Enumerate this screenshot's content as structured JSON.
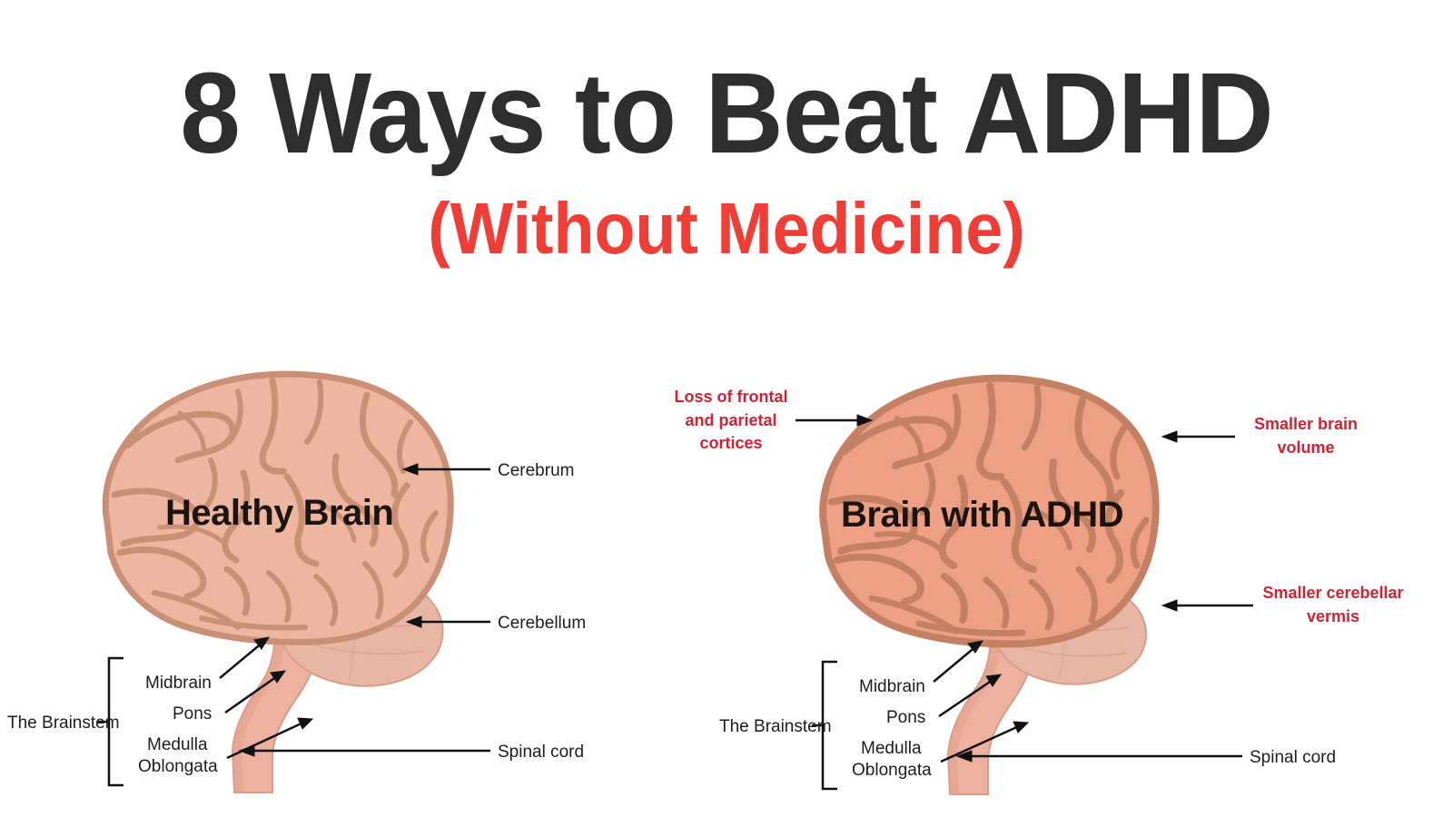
{
  "heading": {
    "title": "8 Ways to Beat ADHD",
    "subtitle": "(Without Medicine)",
    "title_color": "#2e2e2e",
    "subtitle_color": "#f03d36"
  },
  "colors": {
    "background": "#ffffff",
    "brain_fill_healthy": "#edb6a1",
    "brain_sulci_healthy": "#c99076",
    "brain_fill_adhd": "#eda083",
    "brain_sulci_adhd": "#c48063",
    "cerebellum_fill": "#e8b6a4",
    "brainstem_fill": "#eeb1a0",
    "annotation_red": "#cf2233",
    "label_text": "#1d1d1d",
    "arrow": "#111111"
  },
  "healthy_brain": {
    "name": "Healthy Brain",
    "labels": [
      {
        "id": "cerebrum",
        "text": "Cerebrum"
      },
      {
        "id": "cerebellum",
        "text": "Cerebellum"
      },
      {
        "id": "spinal-cord",
        "text": "Spinal cord"
      }
    ],
    "brainstem": {
      "group_label": "The Brainstem",
      "parts": [
        "Midbrain",
        "Pons",
        "Medulla\nOblongata"
      ],
      "part_midbrain": "Midbrain",
      "part_pons": "Pons",
      "part_medulla_line1": "Medulla",
      "part_medulla_line2": "Oblongata"
    }
  },
  "adhd_brain": {
    "name": "Brain with ADHD",
    "labels": [
      {
        "id": "spinal-cord",
        "text": "Spinal cord"
      }
    ],
    "annotations": [
      {
        "id": "loss-cortices",
        "text": "Loss of frontal and parietal cortices"
      },
      {
        "id": "smaller-volume",
        "text": "Smaller brain volume"
      },
      {
        "id": "smaller-vermis",
        "text": "Smaller cerebellar vermis"
      }
    ],
    "annotation_loss_l1": "Loss of frontal",
    "annotation_loss_l2": "and parietal",
    "annotation_loss_l3": "cortices",
    "annotation_volume_l1": "Smaller brain",
    "annotation_volume_l2": "volume",
    "annotation_vermis_l1": "Smaller cerebellar",
    "annotation_vermis_l2": "vermis",
    "spinal_cord_label": "Spinal cord",
    "brainstem": {
      "group_label": "The Brainstem",
      "part_midbrain": "Midbrain",
      "part_pons": "Pons",
      "part_medulla_line1": "Medulla",
      "part_medulla_line2": "Oblongata"
    }
  }
}
